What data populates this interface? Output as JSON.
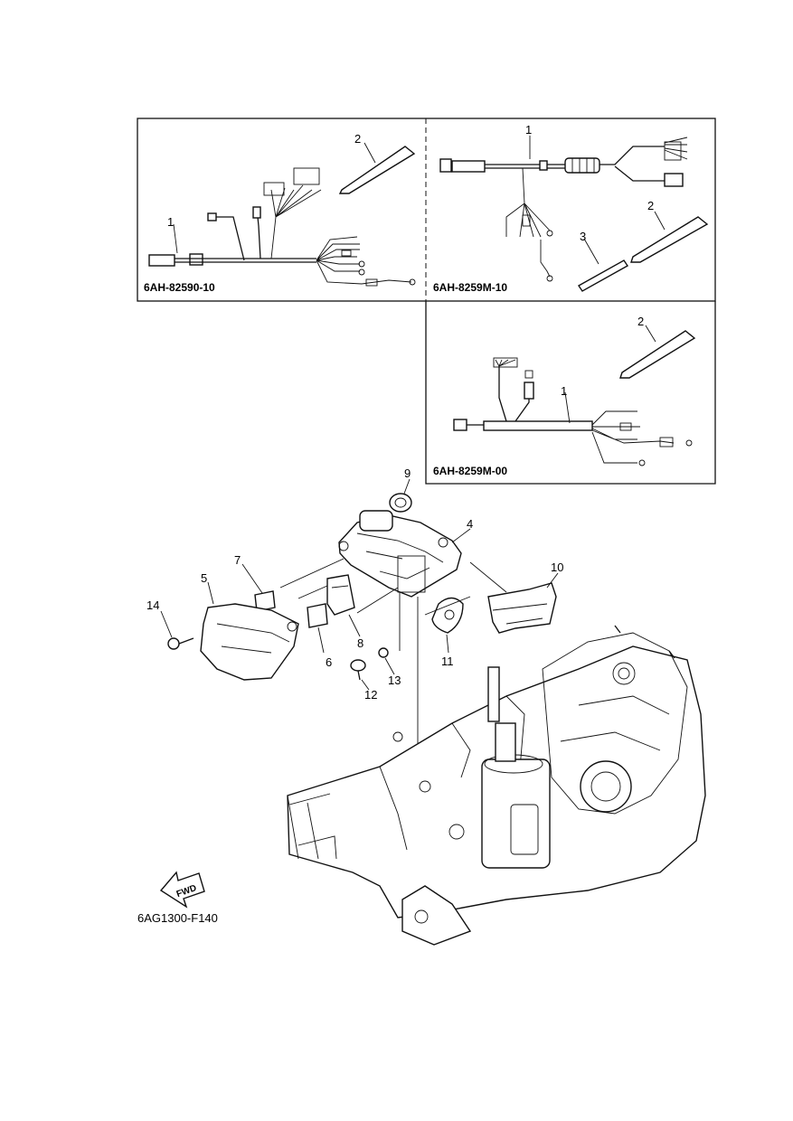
{
  "kits": [
    {
      "code": "6AH-82590-10",
      "callouts": [
        "1",
        "2"
      ]
    },
    {
      "code": "6AH-8259M-10",
      "callouts": [
        "1",
        "2",
        "3"
      ]
    },
    {
      "code": "6AH-8259M-00",
      "callouts": [
        "1",
        "2"
      ]
    }
  ],
  "assembly_callouts": [
    "4",
    "5",
    "6",
    "7",
    "8",
    "9",
    "10",
    "11",
    "12",
    "13",
    "14"
  ],
  "direction_label": "FWD",
  "figure_code": "6AG1300-F140"
}
